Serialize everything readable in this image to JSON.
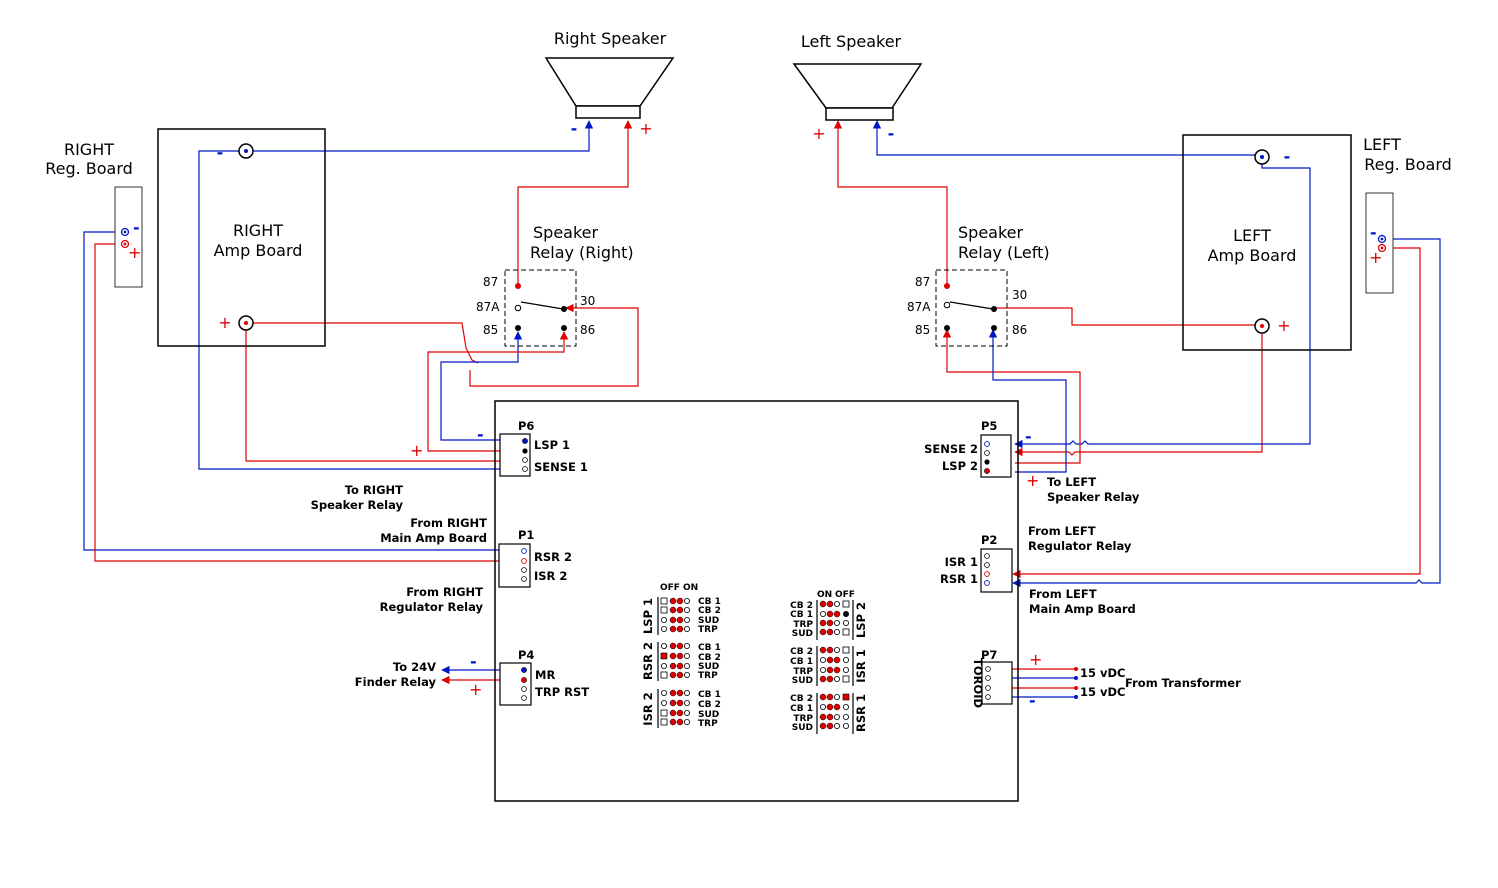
{
  "colors": {
    "positive_wire": "#e00000",
    "negative_wire": "#0018c8",
    "outline": "#000000"
  },
  "speakers": {
    "right": {
      "label": "Right Speaker",
      "minus": "-",
      "plus": "+"
    },
    "left": {
      "label": "Left Speaker",
      "minus": "-",
      "plus": "+"
    }
  },
  "reg_boards": {
    "right": {
      "line1": "RIGHT",
      "line2": "Reg. Board",
      "minus": "-",
      "plus": "+"
    },
    "left": {
      "line1": "LEFT",
      "line2": "Reg. Board",
      "minus": "-",
      "plus": "+"
    }
  },
  "amp_boards": {
    "right": {
      "line1": "RIGHT",
      "line2": "Amp Board",
      "minus": "-",
      "plus": "+"
    },
    "left": {
      "line1": "LEFT",
      "line2": "Amp Board",
      "minus": "-",
      "plus": "+"
    }
  },
  "relays": {
    "right": {
      "line1": "Speaker",
      "line2": "Relay (Right)",
      "t87": "87",
      "t87a": "87A",
      "t85": "85",
      "t30": "30",
      "t86": "86"
    },
    "left": {
      "line1": "Speaker",
      "line2": "Relay (Left)",
      "t87": "87",
      "t87a": "87A",
      "t85": "85",
      "t30": "30",
      "t86": "86"
    }
  },
  "connectors": {
    "p6": {
      "id": "P6",
      "pin1": "LSP 1",
      "pin3": "SENSE 1",
      "minus": "-",
      "plus": "+"
    },
    "p5": {
      "id": "P5",
      "pin1": "SENSE 2",
      "pin3": "LSP 2",
      "minus": "-",
      "plus": "+"
    },
    "p1": {
      "id": "P1",
      "pin1": "RSR 2",
      "pin2": "ISR 2"
    },
    "p2": {
      "id": "P2",
      "pin1": "ISR 1",
      "pin2": "RSR 1"
    },
    "p4": {
      "id": "P4",
      "pin1": "MR",
      "pin3": "TRP RST",
      "minus": "-",
      "plus": "+"
    },
    "p7": {
      "id": "P7",
      "side": "TOROID",
      "plus": "+",
      "minus": "-",
      "v1": "15 vDC",
      "v2": "15 vDC"
    }
  },
  "annotations": {
    "to_right_relay": [
      "To RIGHT",
      "Speaker Relay"
    ],
    "from_right_main": [
      "From RIGHT",
      "Main Amp Board"
    ],
    "from_right_reg": [
      "From RIGHT",
      "Regulator Relay"
    ],
    "to_24v": [
      "To 24V",
      "Finder Relay"
    ],
    "to_left_relay_plus": "+",
    "to_left_relay": [
      "To LEFT",
      "Speaker Relay"
    ],
    "from_left_reg": [
      "From LEFT",
      "Regulator Relay"
    ],
    "from_left_main": [
      "From LEFT",
      "Main Amp Board"
    ],
    "from_transformer": "From Transformer"
  },
  "dip_switches": {
    "left_header": [
      "OFF",
      "ON"
    ],
    "right_header": [
      "ON",
      "OFF"
    ],
    "lsp1": {
      "name": "LSP 1",
      "rows": [
        "CB 1",
        "CB 2",
        "SUD",
        "TRP"
      ]
    },
    "rsr2": {
      "name": "RSR 2",
      "rows": [
        "CB 1",
        "CB 2",
        "SUD",
        "TRP"
      ]
    },
    "isr2": {
      "name": "ISR 2",
      "rows": [
        "CB 1",
        "CB 2",
        "SUD",
        "TRP"
      ]
    },
    "lsp2": {
      "name": "LSP 2",
      "rows": [
        "CB 2",
        "CB 1",
        "TRP",
        "SUD"
      ]
    },
    "isr1": {
      "name": "ISR 1",
      "rows": [
        "CB 2",
        "CB 1",
        "TRP",
        "SUD"
      ]
    },
    "rsr1": {
      "name": "RSR 1",
      "rows": [
        "CB 2",
        "CB 1",
        "TRP",
        "SUD"
      ]
    }
  }
}
